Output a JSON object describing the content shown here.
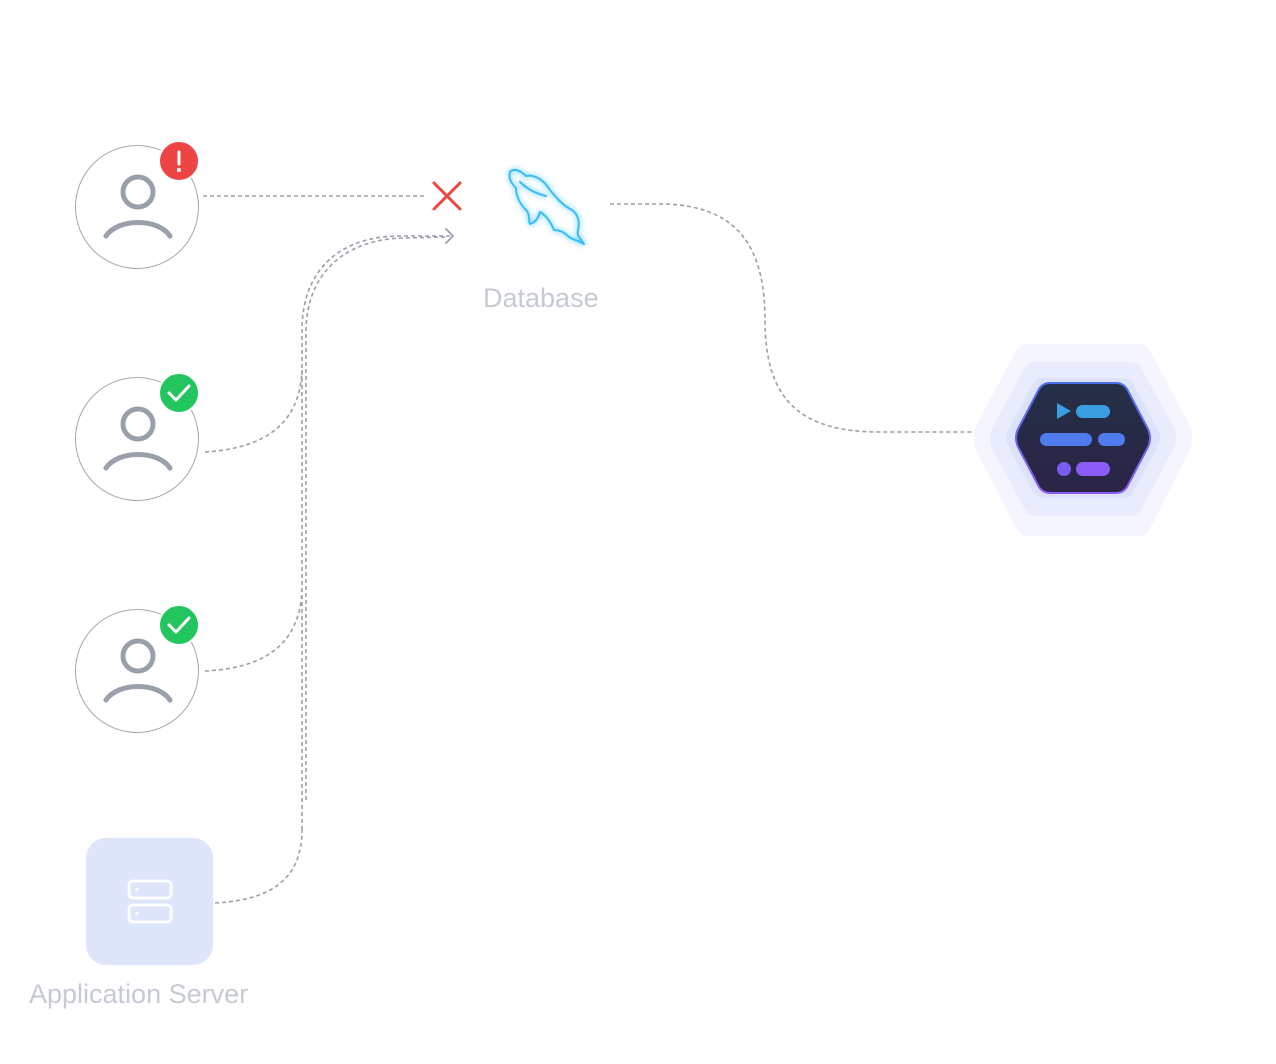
{
  "diagram": {
    "database": {
      "label": "Database",
      "icon": "mysql-dolphin-icon",
      "accent_color": "#38bdf8"
    },
    "app_server": {
      "label": "Application Server",
      "icon": "server-icon",
      "tile_color": "#dfe6fb"
    },
    "clients": [
      {
        "icon": "user-icon",
        "status": "error",
        "status_icon": "exclamation-icon",
        "status_color": "#ef4444",
        "connection": "blocked"
      },
      {
        "icon": "user-icon",
        "status": "ok",
        "status_icon": "check-icon",
        "status_color": "#22c55e",
        "connection": "routed"
      },
      {
        "icon": "user-icon",
        "status": "ok",
        "status_icon": "check-icon",
        "status_color": "#22c55e",
        "connection": "routed"
      }
    ],
    "proxy": {
      "icon": "hexagon-app-logo-icon",
      "colors": [
        "#1e293b",
        "#3b82f6",
        "#6366f1",
        "#8b5cf6",
        "#0ea5e9"
      ]
    },
    "blocked_marker": {
      "icon": "x-icon",
      "color": "#ef4444"
    },
    "connector_color": "#9aa0ab"
  }
}
